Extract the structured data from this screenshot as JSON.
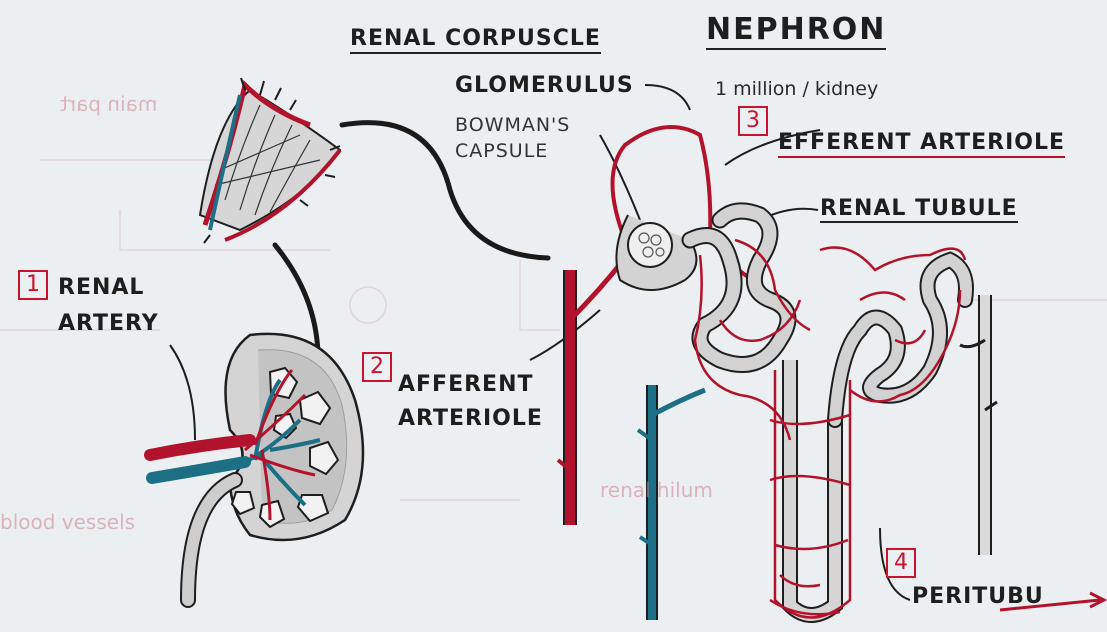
{
  "title": "NEPHRON",
  "subtitle": "1 million / kidney",
  "labels": {
    "renal_corpuscle": "RENAL CORPUSCLE",
    "glomerulus": "GLOMERULUS",
    "bowmans_capsule": "BOWMAN'S CAPSULE",
    "efferent_arteriole": "EFFERENT ARTERIOLE",
    "renal_tubule": "RENAL TUBULE",
    "renal_artery": "RENAL ARTERY",
    "afferent_arteriole": "AFFERENT ARTERIOLE",
    "peritubular": "PERITUBU"
  },
  "markers": [
    "1",
    "2",
    "3",
    "4"
  ],
  "bleed_through": [
    "main part",
    "renal hilum",
    "blood vessels"
  ],
  "colors": {
    "artery": "#b3122c",
    "vein": "#1d6f86",
    "tubule": "#c9c9c9",
    "ink": "#1e1e1e",
    "paper": "#eceff1"
  }
}
